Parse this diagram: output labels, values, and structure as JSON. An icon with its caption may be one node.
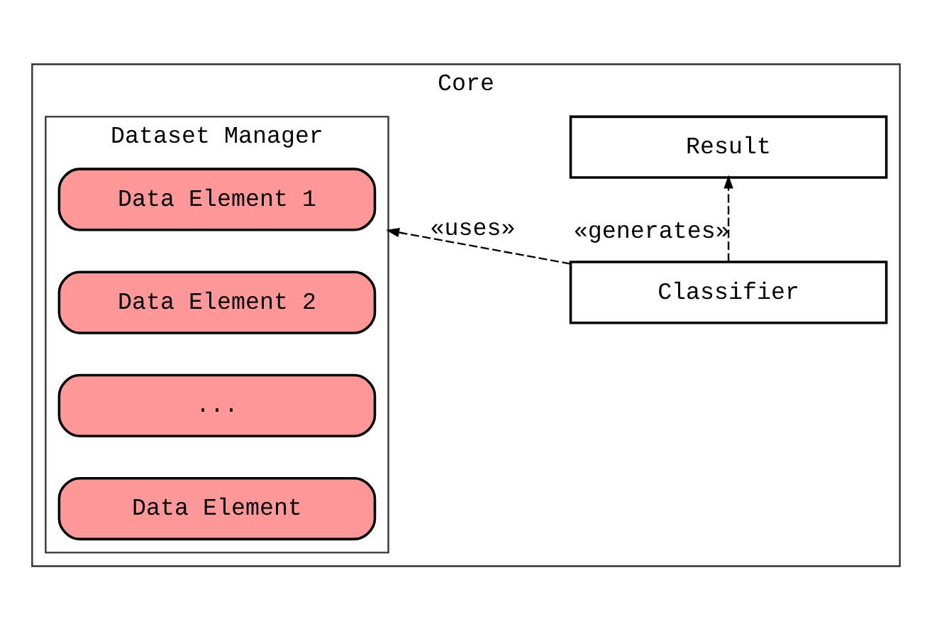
{
  "diagram": {
    "nodes": [
      {
        "text": [
          "Core"
        ]
      },
      {
        "text": [
          "Dataset Manager"
        ],
        "in": 0
      },
      {
        "text": [
          "Data Element 1"
        ],
        "in": 1
      },
      {
        "text": [
          "Data Element 2"
        ],
        "in": 1
      },
      {
        "text": [
          "..."
        ],
        "in": 1
      },
      {
        "text": [
          "Data Element"
        ],
        "in": 1
      },
      {
        "text": [
          "Classifier"
        ],
        "in": 0
      },
      {
        "text": [
          "Result"
        ],
        "in": 0
      }
    ],
    "edges": [
      {
        "from": 6,
        "to": 1,
        "arrow": "to",
        "label": "«uses»",
        "style": "dashed"
      },
      {
        "from": 6,
        "to": 7,
        "arrow": "to",
        "label": "«generates»",
        "style": "dashed"
      }
    ]
  }
}
